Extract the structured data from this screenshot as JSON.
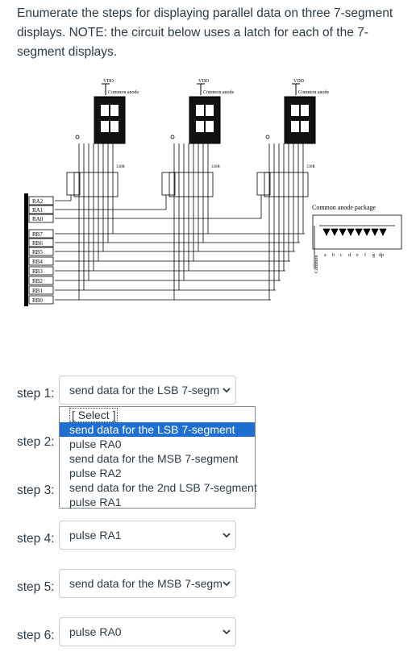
{
  "question": {
    "text": "Enumerate the steps for displaying parallel data on three 7-segment displays. NOTE: the circuit below uses a latch for each of the 7-segment displays."
  },
  "diagram": {
    "vdd_label": "VDD",
    "common_anode_label": "Common anode",
    "resistor_label": "330R",
    "package_title": "Common anode package",
    "package_common_label": "Common",
    "segment_letters": [
      "a",
      "b",
      "c",
      "d",
      "e",
      "f",
      "g",
      "dp"
    ],
    "pin_labels": [
      "RA2",
      "RA1",
      "RA0",
      "RB7",
      "RB6",
      "RB5",
      "RB4",
      "RB3",
      "RB2",
      "RB1",
      "RB0"
    ]
  },
  "steps": [
    {
      "label": "step 1:",
      "value": "send data for the LSB 7-segm"
    },
    {
      "label": "step 2:",
      "value": ""
    },
    {
      "label": "step 3:",
      "value": ""
    },
    {
      "label": "step 4:",
      "value": "pulse RA1"
    },
    {
      "label": "step 5:",
      "value": "send data for the MSB 7-segm"
    },
    {
      "label": "step 6:",
      "value": "pulse RA0"
    }
  ],
  "dropdown_options": [
    "[ Select ]",
    "send data for the LSB 7-segment",
    "pulse RA0",
    "send data for the MSB 7-segment",
    "pulse RA2",
    "send data for the 2nd LSB 7-segment",
    "pulse RA1"
  ],
  "colors": {
    "text": "#2d3b45",
    "select_border": "#c7cdd1",
    "highlight": "#1e6fd1"
  }
}
